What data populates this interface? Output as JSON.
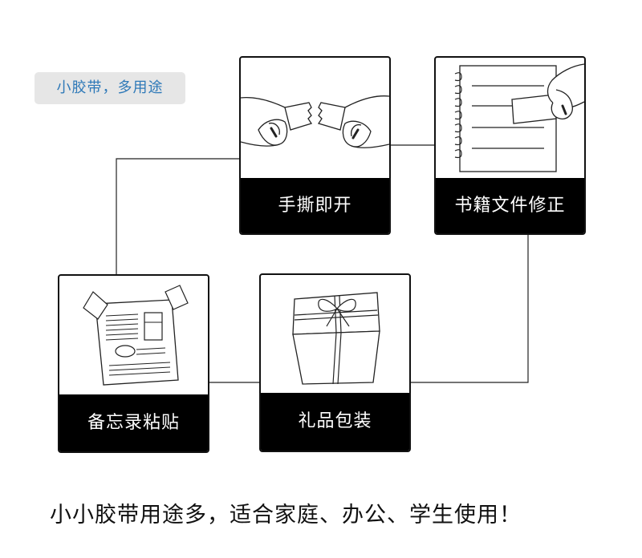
{
  "badge": {
    "text": "小胶带，多用途"
  },
  "cards": [
    {
      "label": "手撕即开",
      "icon": "tearing-tape-hands-icon"
    },
    {
      "label": "书籍文件修正",
      "icon": "notebook-tape-icon"
    },
    {
      "label": "备忘录粘贴",
      "icon": "taped-document-icon"
    },
    {
      "label": "礼品包装",
      "icon": "gift-box-icon"
    }
  ],
  "footer": {
    "text": "小小胶带用途多，适合家庭、办公、学生使用！"
  }
}
